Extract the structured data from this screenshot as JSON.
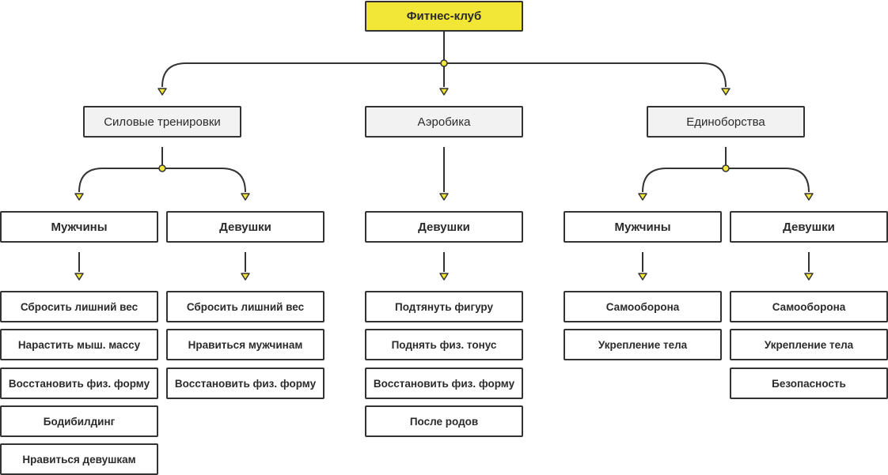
{
  "diagram": {
    "root": {
      "label": "Фитнес-клуб",
      "color": "#F2E636"
    },
    "categories": [
      {
        "label": "Силовые тренировки",
        "groups": [
          {
            "label": "Мужчины",
            "items": [
              "Сбросить лишний вес",
              "Нарастить мыш. массу",
              "Восстановить физ. форму",
              "Бодибилдинг",
              "Нравиться девушкам"
            ]
          },
          {
            "label": "Девушки",
            "items": [
              "Сбросить лишний вес",
              "Нравиться мужчинам",
              "Восстановить физ. форму"
            ]
          }
        ]
      },
      {
        "label": "Аэробика",
        "groups": [
          {
            "label": "Девушки",
            "items": [
              "Подтянуть фигуру",
              "Поднять физ. тонус",
              "Восстановить физ. форму",
              "После родов"
            ]
          }
        ]
      },
      {
        "label": "Единоборства",
        "groups": [
          {
            "label": "Мужчины",
            "items": [
              "Самооборона",
              "Укрепление тела"
            ]
          },
          {
            "label": "Девушки",
            "items": [
              "Самооборона",
              "Укрепление тела",
              "Безопасность"
            ]
          }
        ]
      }
    ],
    "colors": {
      "line": "#333333",
      "arrow_fill": "#F2E636",
      "category_fill": "#F2F2F2"
    }
  }
}
